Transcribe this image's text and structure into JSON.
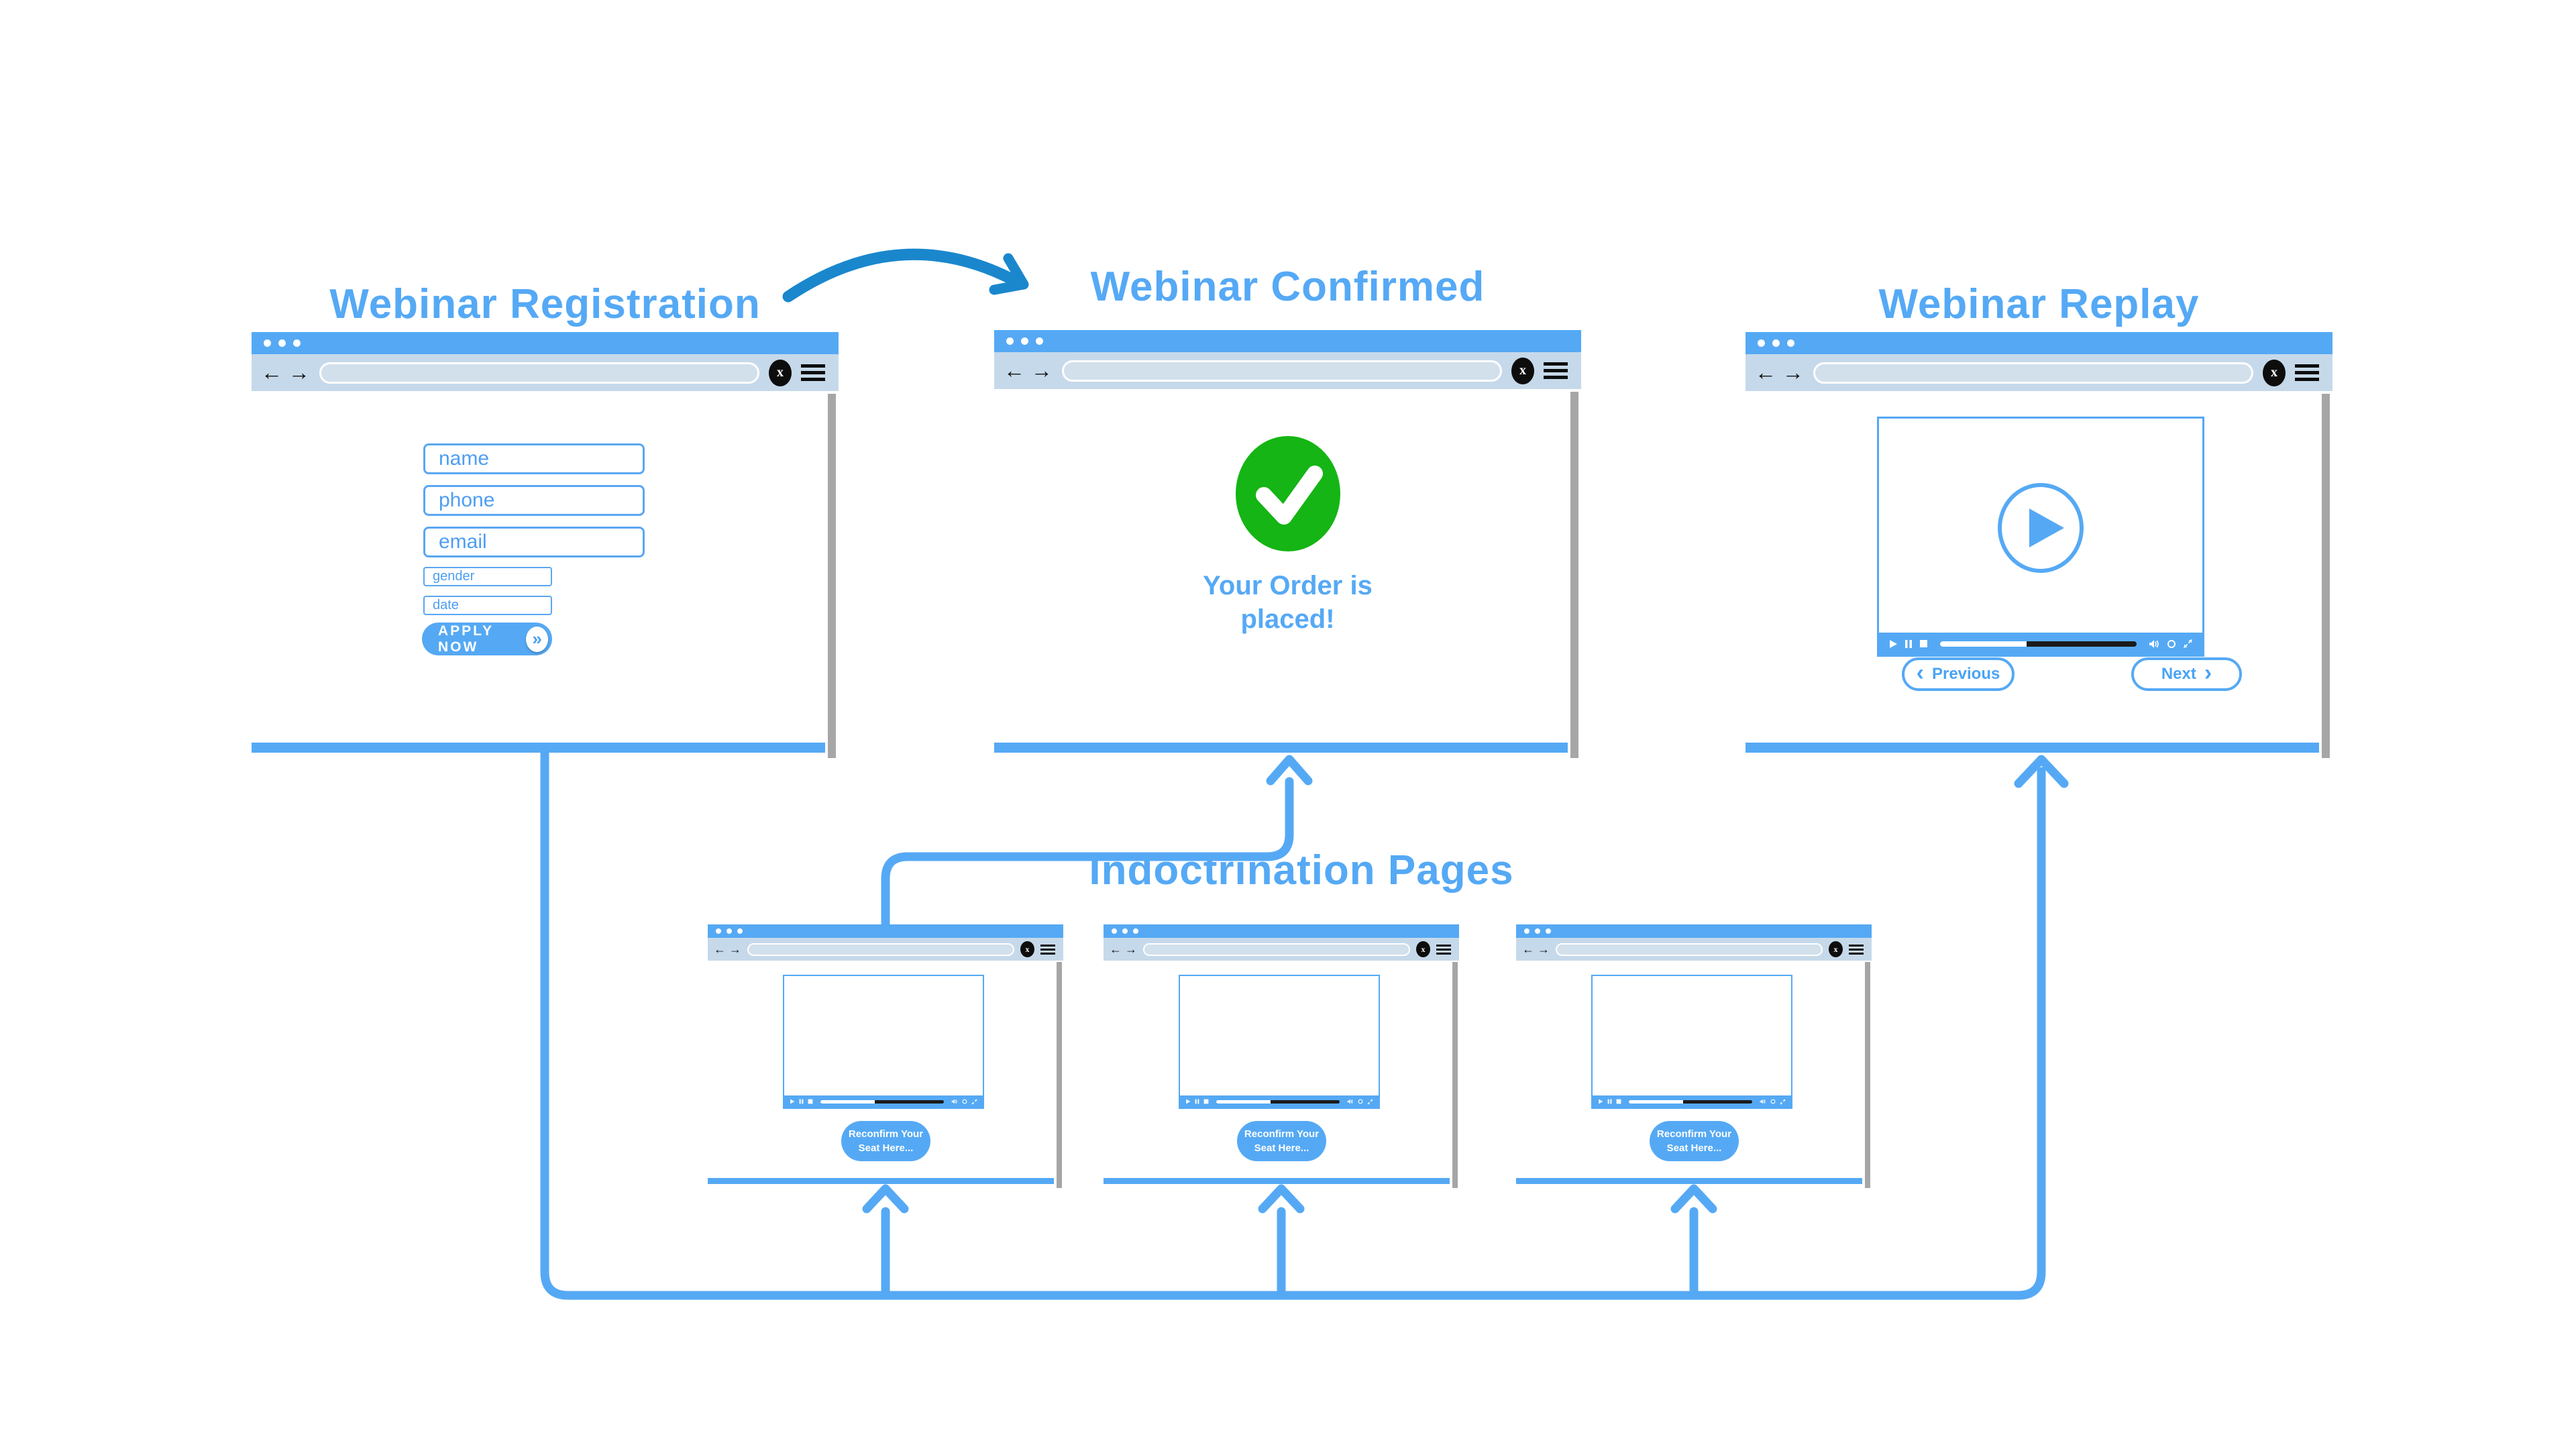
{
  "colors": {
    "primary_blue": "#55a9f4",
    "title_blue": "#55a9f5",
    "nav_bar": "#c6d9ea",
    "url_pill": "#d2e0ec",
    "dark_arrow_blue": "#1a87cd",
    "success_green": "#14b514",
    "scrollbar_gray": "#a6a6a6",
    "icon_black": "#0d0d0d",
    "progress_remaining": "#1b1b1b"
  },
  "titles": {
    "registration": "Webinar Registration",
    "confirmed": "Webinar Confirmed",
    "replay": "Webinar Replay",
    "indoctrination": "Indoctrination Pages"
  },
  "browser": {
    "back_icon": "←",
    "forward_icon": "→",
    "close_label": "x"
  },
  "registration_form": {
    "fields": [
      {
        "placeholder": "name"
      },
      {
        "placeholder": "phone"
      },
      {
        "placeholder": "email"
      }
    ],
    "small_fields": [
      {
        "placeholder": "gender"
      },
      {
        "placeholder": "date"
      }
    ],
    "apply_label": "APPLY NOW",
    "apply_chevron": "»"
  },
  "confirmed": {
    "message_line1": "Your Order is",
    "message_line2": "placed!"
  },
  "replay": {
    "previous_label": "Previous",
    "next_label": "Next",
    "prev_chevron": "‹",
    "next_chevron": "›",
    "progress_played_pct": 44
  },
  "indoctrination": {
    "button_line1": "Reconfirm Your",
    "button_line2": "Seat Here...",
    "progress_played_pct": 44
  }
}
